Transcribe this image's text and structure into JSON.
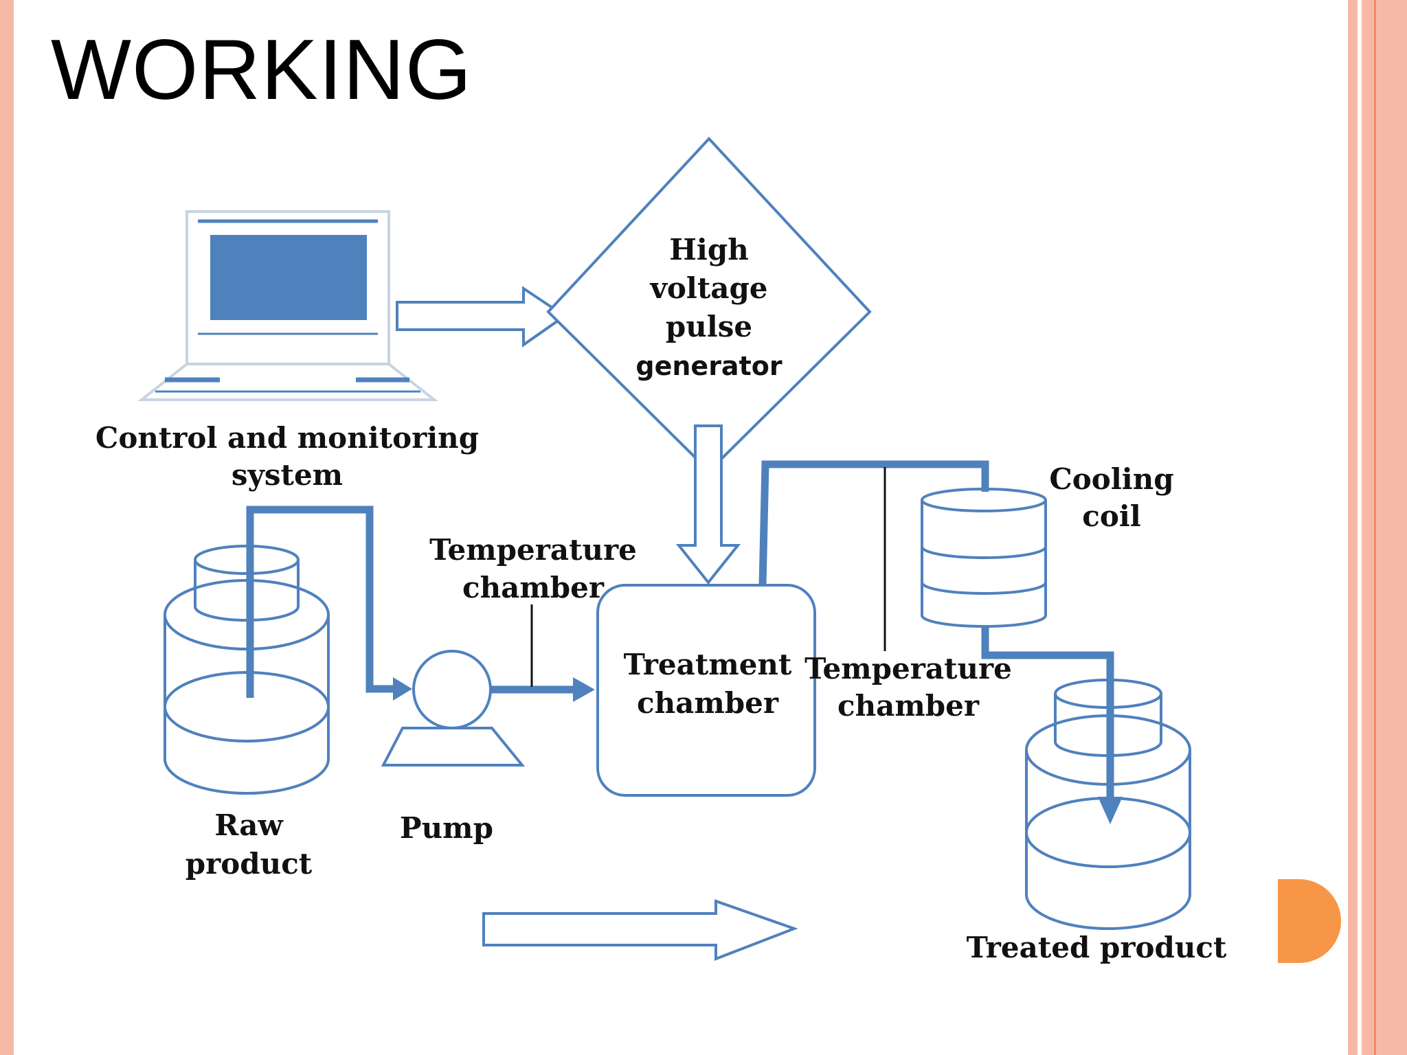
{
  "slide": {
    "title": "WORKING"
  },
  "colors": {
    "diagram_stroke": "#4f81bd",
    "border": "#f6b9a7",
    "accent": "#f79646"
  },
  "labels": {
    "control": [
      "Control and monitoring",
      "system"
    ],
    "generator": [
      "High",
      "voltage",
      "pulse"
    ],
    "generator_last": "generator",
    "temp_left": [
      "Temperature",
      "chamber"
    ],
    "treatment": [
      "Treatment",
      "chamber"
    ],
    "temp_right": [
      "Temperature",
      "chamber"
    ],
    "cooling": [
      "Cooling",
      "coil"
    ],
    "raw": [
      "Raw",
      "product"
    ],
    "pump": "Pump",
    "treated": "Treated product"
  }
}
